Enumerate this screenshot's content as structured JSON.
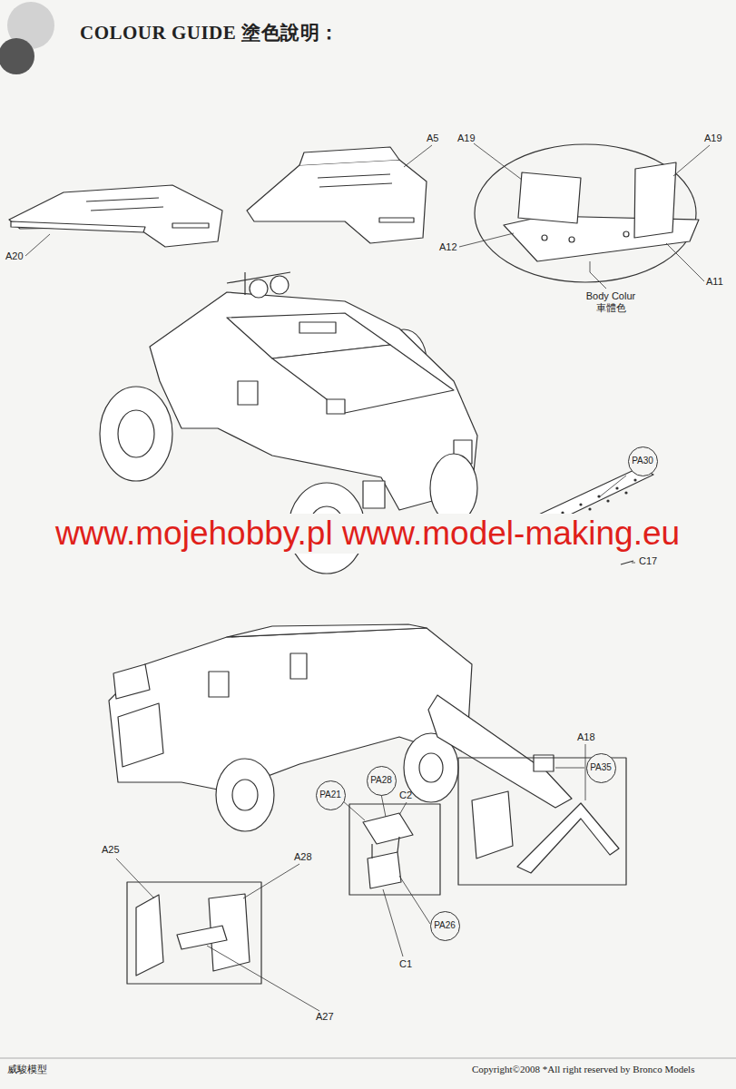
{
  "diagram": {
    "title": "COLOUR GUIDE 塗色說明：",
    "nodes": [
      {
        "text": [
          "PA30"
        ]
      },
      {
        "text": [
          "PA35"
        ]
      },
      {
        "text": [
          "PA28"
        ]
      },
      {
        "text": [
          "PA21"
        ]
      },
      {
        "text": [
          "PA26"
        ]
      }
    ],
    "labels": [
      "A5",
      "A19",
      "A19",
      "A20",
      "A12",
      "A11",
      "Body Colur 車體色",
      "C17",
      "A18",
      "C2",
      "A25",
      "A28",
      "C1",
      "A27",
      "www.mojehobby.pl www.model-making.eu",
      "威駿模型",
      "Copyright©2008 *All right reserved by Bronco Models"
    ]
  }
}
